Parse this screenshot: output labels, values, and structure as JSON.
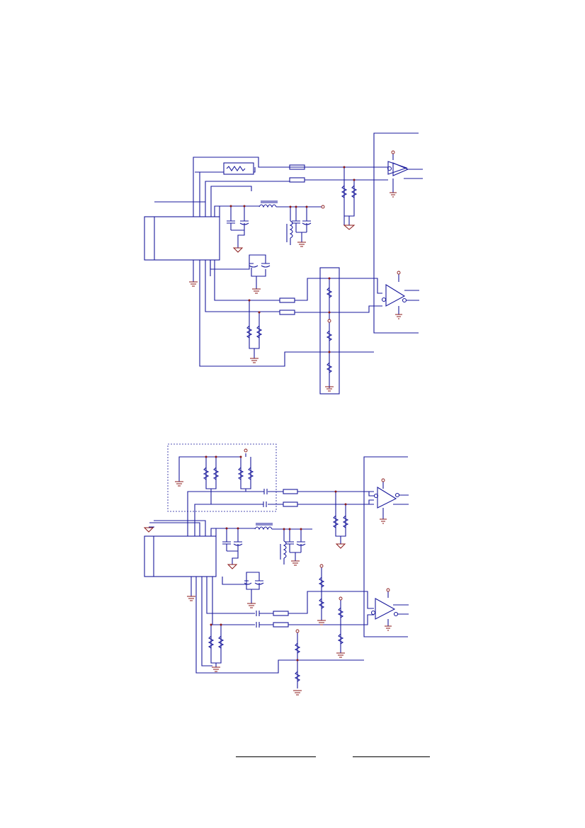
{
  "colors": {
    "wire": "#1a1a9c",
    "ground": "#8b1a1a",
    "background": "#ffffff"
  },
  "schematics": [
    {
      "name": "schematic-upper"
    },
    {
      "name": "schematic-lower"
    }
  ],
  "signature_lines": [
    {
      "name": "signature-line-left"
    },
    {
      "name": "signature-line-right"
    }
  ]
}
